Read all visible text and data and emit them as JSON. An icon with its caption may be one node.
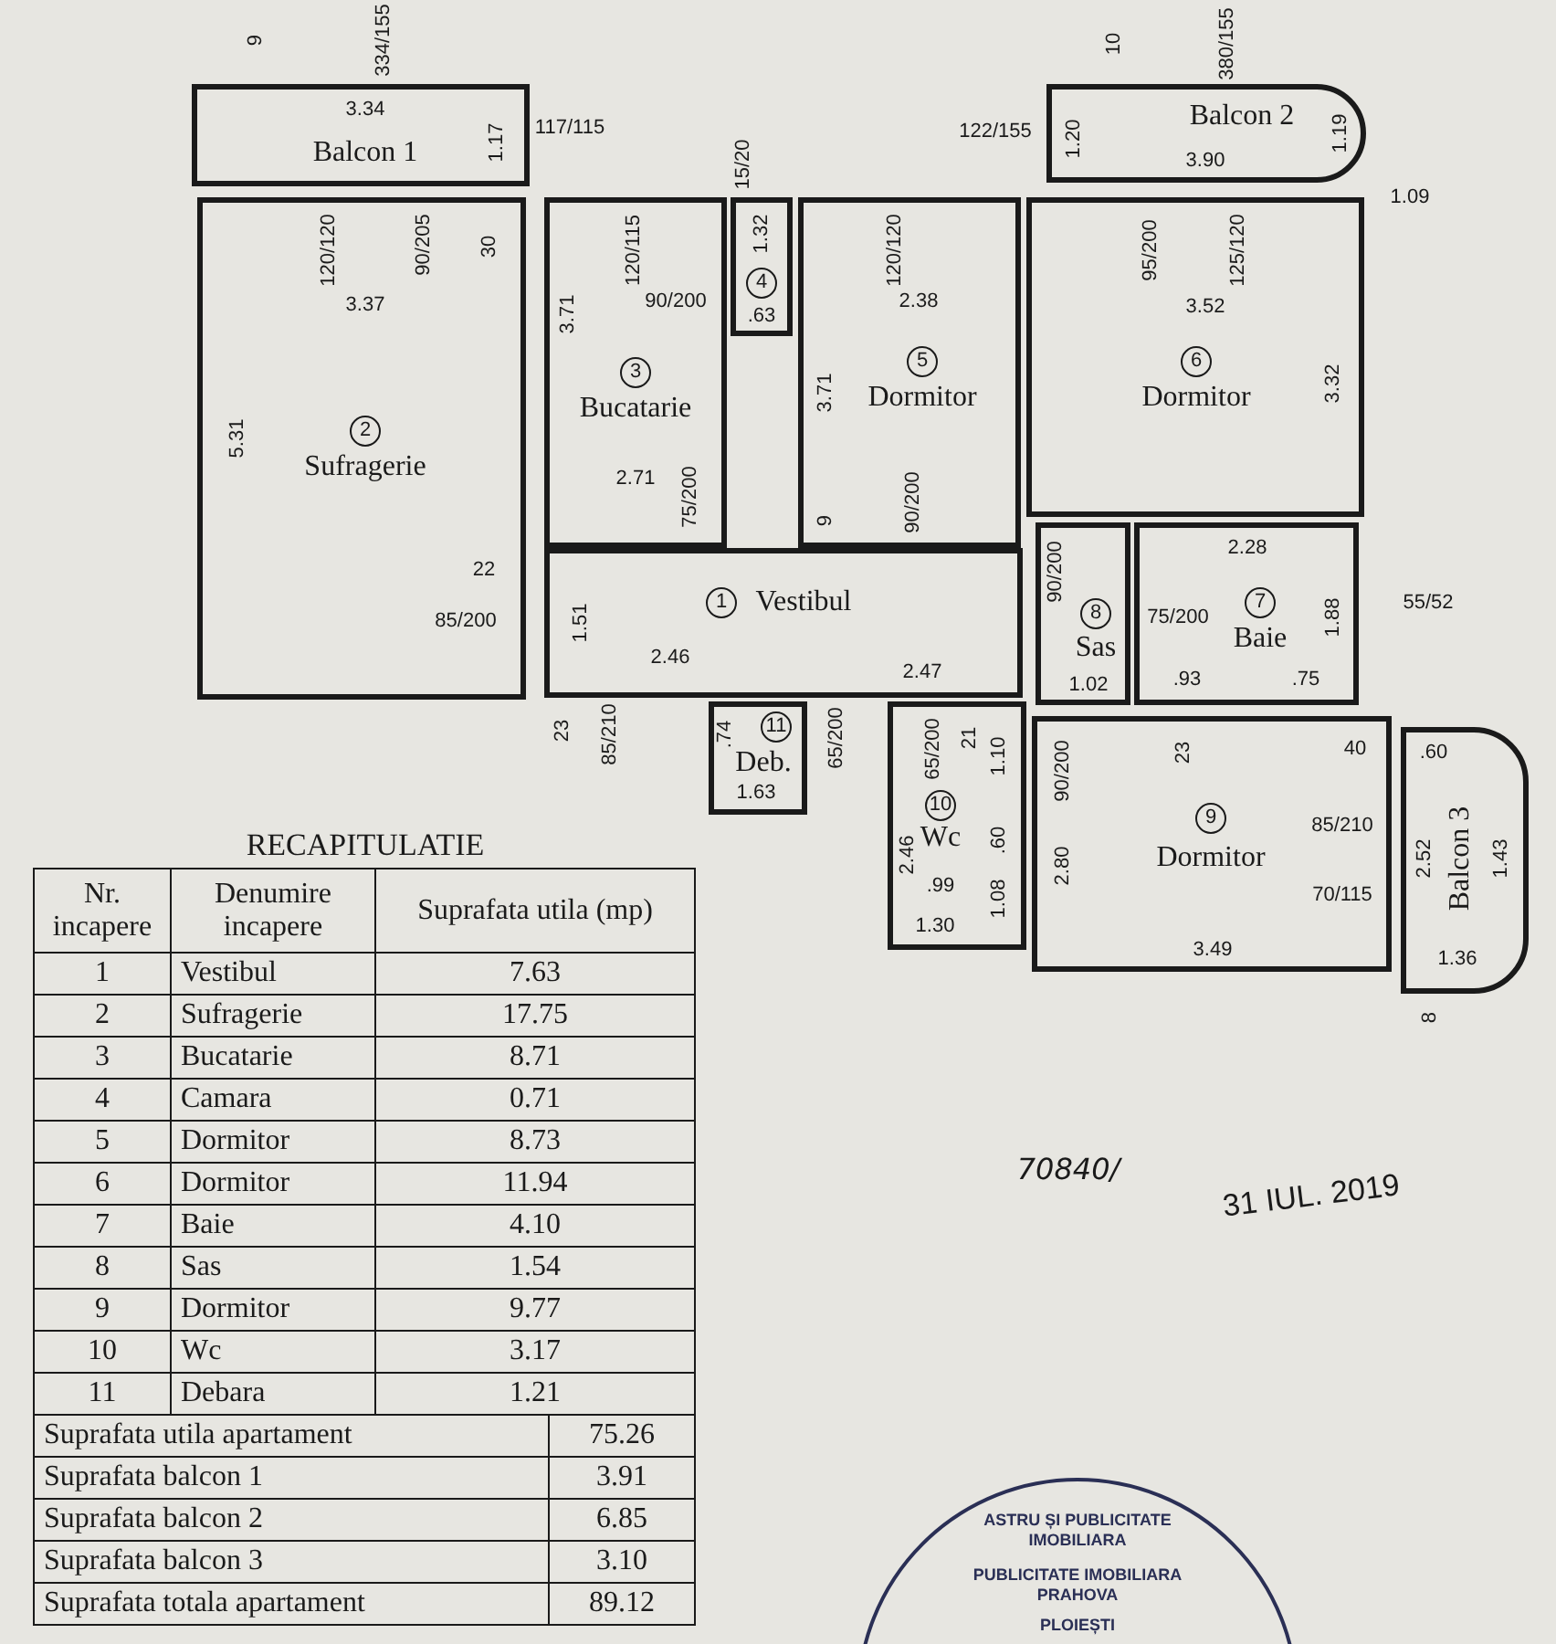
{
  "diagram": {
    "nodes": [
      {
        "text": [
          "3.34",
          "Balcon 1",
          "1.17"
        ],
        "beside": [
          "9",
          "334/155",
          "117/115"
        ]
      },
      {
        "text": [
          "2",
          "Sufragerie",
          "120/120",
          "90/205",
          "30",
          "3.37",
          "5.31",
          "22",
          "85/200"
        ]
      },
      {
        "text": [
          "3",
          "Bucatarie",
          "120/115",
          "90/200",
          "3.71",
          "2.71",
          "75/200"
        ],
        "beside": [
          "15/20"
        ]
      },
      {
        "text": [
          "4",
          "1.32",
          ".63"
        ]
      },
      {
        "text": [
          "5",
          "Dormitor",
          "120/120",
          "2.38",
          "3.71",
          "9",
          "90/200"
        ]
      },
      {
        "text": [
          "6",
          "Dormitor",
          "95/200",
          "125/120",
          "3.52",
          "3.32"
        ]
      },
      {
        "text": [
          "Balcon 2",
          "1.19",
          "1.20",
          "3.90"
        ],
        "beside": [
          "10",
          "380/155",
          "122/155",
          "1.09"
        ]
      },
      {
        "text": [
          "1",
          "Vestibul",
          "1.51",
          "2.46",
          "2.47"
        ],
        "beside": [
          "85/210",
          "23",
          "65/200"
        ]
      },
      {
        "text": [
          "8",
          "Sas",
          "90/200",
          "1.02"
        ]
      },
      {
        "text": [
          "7",
          "Baie",
          "75/200",
          "2.28",
          "1.88",
          ".93",
          ".75"
        ],
        "beside": [
          "55/52"
        ]
      },
      {
        "text": [
          "11",
          "Deb.",
          ".74",
          "1.63"
        ]
      },
      {
        "text": [
          "10",
          "Wc",
          "65/200",
          "21",
          "1.10",
          "2.46",
          ".60",
          ".99",
          "1.08",
          "1.30"
        ]
      },
      {
        "text": [
          "9",
          "Dormitor",
          "90/200",
          "23",
          "40",
          "2.80",
          "85/210",
          "70/115",
          "3.49"
        ]
      },
      {
        "text": [
          "Balcon 3",
          ".60",
          "2.52",
          "1.43",
          "1.36"
        ],
        "beside": [
          "8"
        ]
      }
    ],
    "labels": [
      "RECAPITULATIE",
      "Nr. incapere",
      "Denumire incapere",
      "Suprafata utila (mp)",
      "1",
      "Vestibul",
      "7.63",
      "2",
      "Sufragerie",
      "17.75",
      "3",
      "Bucatarie",
      "8.71",
      "4",
      "Camara",
      "0.71",
      "5",
      "Dormitor",
      "8.73",
      "6",
      "Dormitor",
      "11.94",
      "7",
      "Baie",
      "4.10",
      "8",
      "Sas",
      "1.54",
      "9",
      "Dormitor",
      "9.77",
      "10",
      "Wc",
      "3.17",
      "11",
      "Debara",
      "1.21",
      "Suprafata utila apartament",
      "75.26",
      "Suprafata balcon 1",
      "3.91",
      "Suprafata balcon 2",
      "6.85",
      "Suprafata balcon 3",
      "3.10",
      "Suprafata totala apartament",
      "89.12",
      "70840/",
      "31 IUL. 2019",
      "ASTRU ȘI PUBLICITATE IMOBILIARA",
      "PUBLICITATE IMOBILIARA PRAHOVA",
      "PLOIEȘTI"
    ]
  }
}
